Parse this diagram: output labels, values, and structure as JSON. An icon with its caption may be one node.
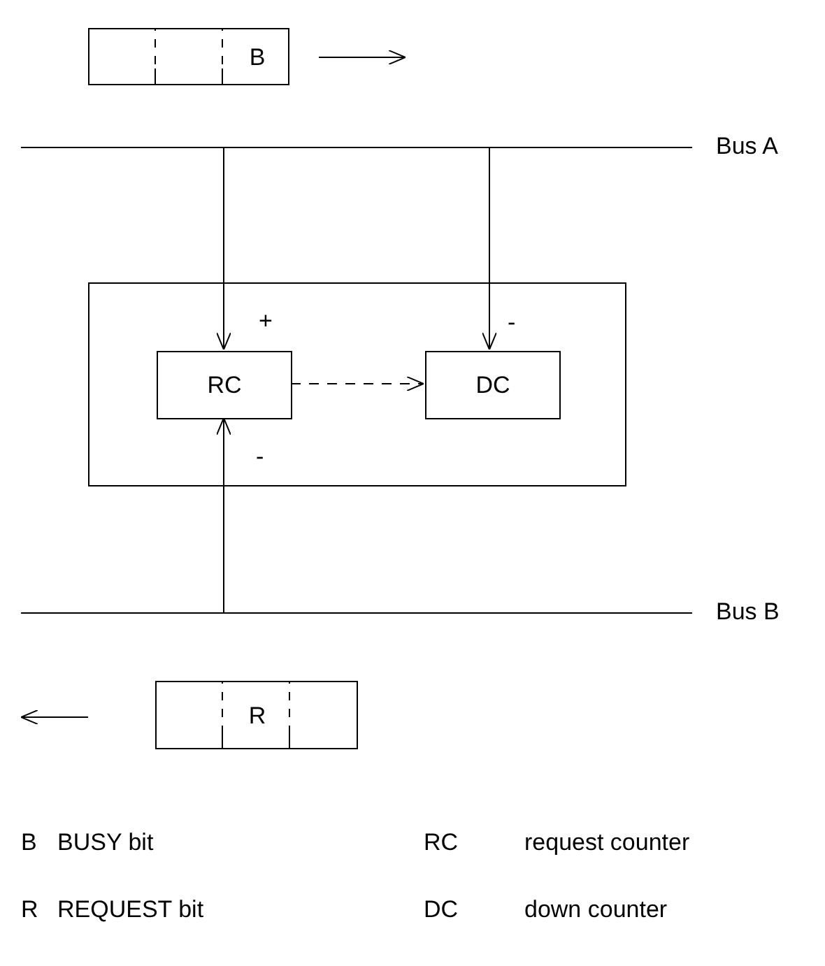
{
  "diagram": {
    "nodes": [
      {
        "text": [
          "B"
        ]
      },
      {
        "text": [],
        "shape": "bar",
        "beside": [
          "Bus A"
        ]
      },
      {
        "text": [],
        "shape": "box"
      },
      {
        "text": [
          "RC"
        ],
        "in": 2
      },
      {
        "text": [
          "DC"
        ],
        "in": 2
      },
      {
        "text": [],
        "shape": "bar",
        "beside": [
          "Bus B"
        ]
      },
      {
        "text": [
          "R"
        ]
      }
    ],
    "edges": [
      {
        "from": 1,
        "to": 3,
        "arrow": "to",
        "label": "+"
      },
      {
        "from": 1,
        "to": 4,
        "arrow": "to",
        "label": "-"
      },
      {
        "from": 5,
        "to": 3,
        "arrow": "to",
        "label": "-"
      },
      {
        "from": 3,
        "to": 4,
        "arrow": "to",
        "style": "dashed"
      }
    ],
    "labels": [
      "B",
      "BUSY bit",
      "RC",
      "request counter",
      "R",
      "REQUEST bit",
      "DC",
      "down counter"
    ]
  }
}
